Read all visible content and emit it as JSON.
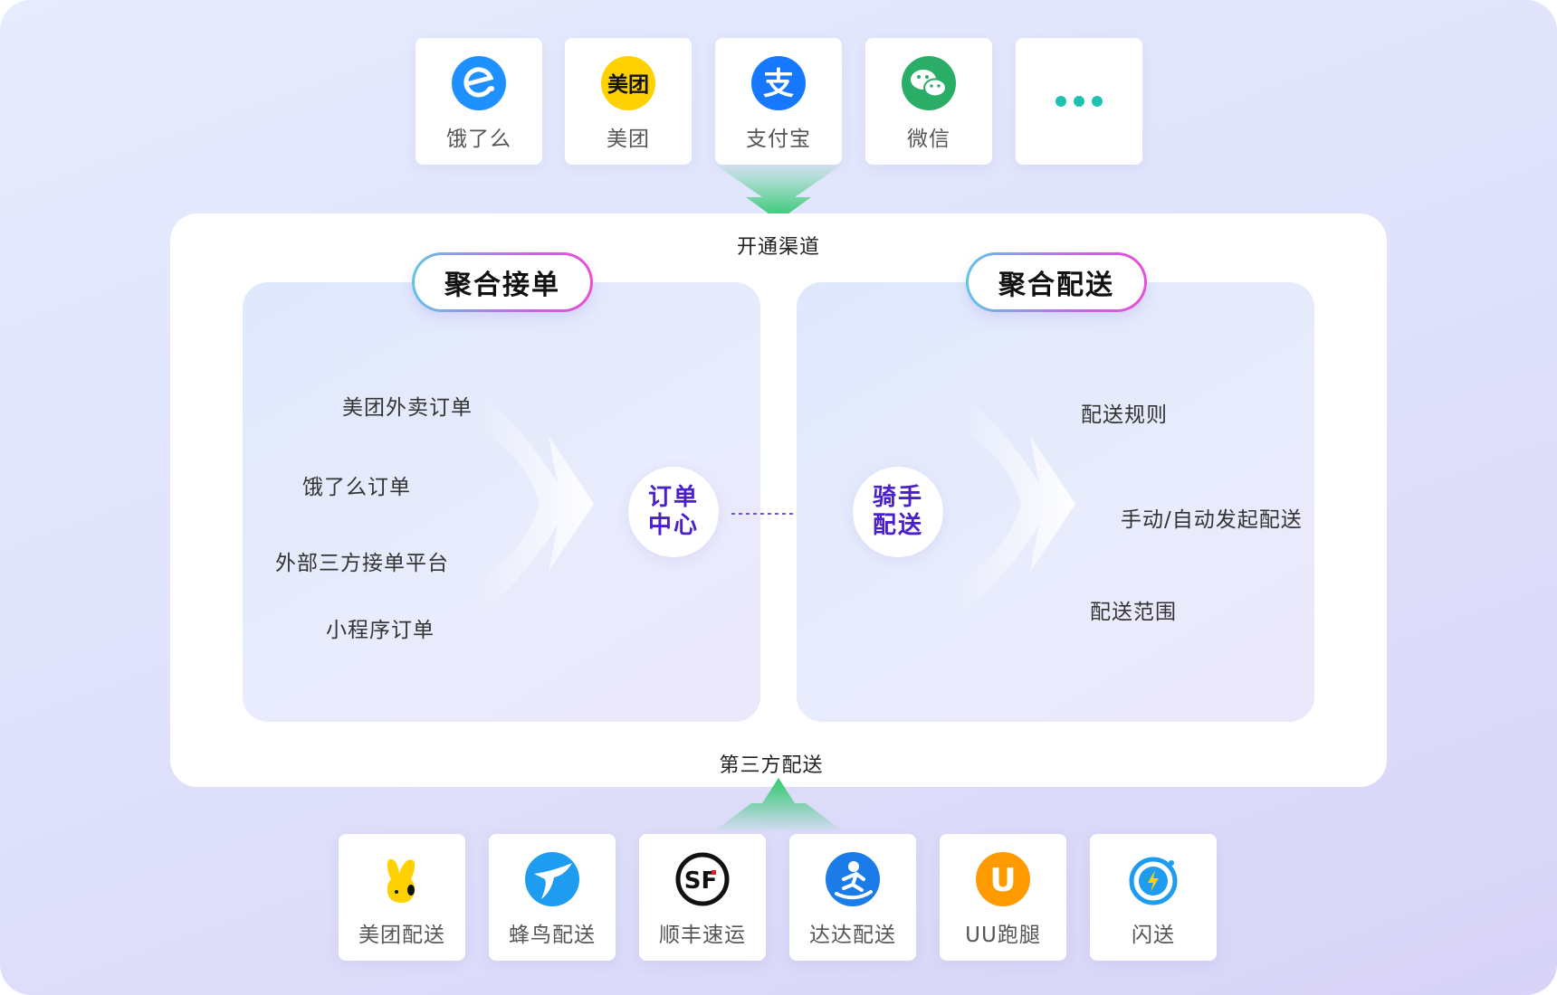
{
  "channels": [
    {
      "label": "饿了么",
      "icon": "eleme-icon",
      "color": "#1e90ff"
    },
    {
      "label": "美团",
      "icon": "meituan-icon",
      "color": "#ffd100",
      "logo_text": "美团"
    },
    {
      "label": "支付宝",
      "icon": "alipay-icon",
      "color": "#1677ff",
      "logo_text": "支"
    },
    {
      "label": "微信",
      "icon": "wechat-icon",
      "color": "#2aae67"
    },
    {
      "label": "",
      "icon": "more-icon",
      "color": "#1fc2b0"
    }
  ],
  "captions": {
    "top": "开通渠道",
    "bottom": "第三方配送"
  },
  "left_panel": {
    "title": "聚合接单",
    "items": [
      "美团外卖订单",
      "饿了么订单",
      "外部三方接单平台",
      "小程序订单"
    ],
    "node": {
      "line1": "订单",
      "line2": "中心"
    }
  },
  "right_panel": {
    "title": "聚合配送",
    "items": [
      "配送规则",
      "手动/自动发起配送",
      "配送范围"
    ],
    "node": {
      "line1": "骑手",
      "line2": "配送"
    }
  },
  "couriers": [
    {
      "label": "美团配送",
      "icon": "meituan-delivery-icon",
      "color": "#ffd100"
    },
    {
      "label": "蜂鸟配送",
      "icon": "fengniao-icon",
      "color": "#1e9cf0"
    },
    {
      "label": "顺丰速运",
      "icon": "sf-express-icon",
      "color": "#111111",
      "logo_text": "SF"
    },
    {
      "label": "达达配送",
      "icon": "dada-icon",
      "color": "#1b7be8"
    },
    {
      "label": "UU跑腿",
      "icon": "uu-paotui-icon",
      "color": "#ff9a00",
      "logo_text": "U"
    },
    {
      "label": "闪送",
      "icon": "shansong-icon",
      "color": "#1e9cf0"
    }
  ],
  "colors": {
    "accent": "#4a20c9",
    "funnel": "#2dc76d",
    "dashed_arrow": "#7a4fe0"
  }
}
